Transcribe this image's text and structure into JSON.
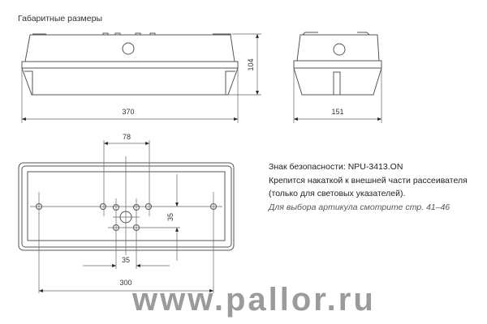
{
  "title": "Габаритные размеры",
  "dimensions": {
    "front_width": "370",
    "height": "104",
    "side_width": "151",
    "hole_spacing_top": "78",
    "hole_spacing_vertical": "35",
    "hole_spacing_horizontal": "35",
    "mount_spacing": "300"
  },
  "info": {
    "line1": "Знак безопасности: NPU-3413.ON",
    "line2": "Крепится накаткой к внешней части рассеивателя",
    "line3": "(только для световых указателей).",
    "line4": "Для выбора артикула смотрите стр. 41–46"
  },
  "watermark": "www.pallor.ru"
}
